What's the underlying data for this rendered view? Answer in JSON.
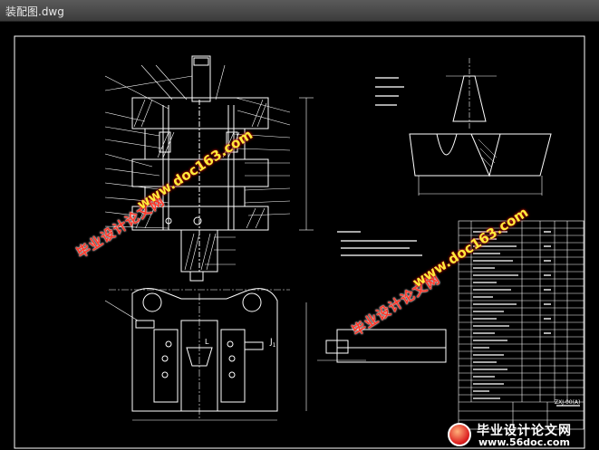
{
  "window": {
    "title": "装配图.dwg"
  },
  "drawing": {
    "dim_labels": {
      "L": "L",
      "J1": "J",
      "J1_sub": "1"
    },
    "title_block_name": "ZXJ-00(A)"
  },
  "watermarks": [
    {
      "text": "毕业设计论文网"
    },
    {
      "url": "www.doc163.com"
    },
    {
      "text": "毕业设计论文网"
    },
    {
      "url": "www.doc163.com"
    }
  ],
  "brand": {
    "name": "毕业设计论文网",
    "site": "www.56doc.com"
  },
  "colors": {
    "background": "#000000",
    "lines": "#ffffff",
    "watermark": "#ff3a2c",
    "url": "#ffeb3b"
  }
}
